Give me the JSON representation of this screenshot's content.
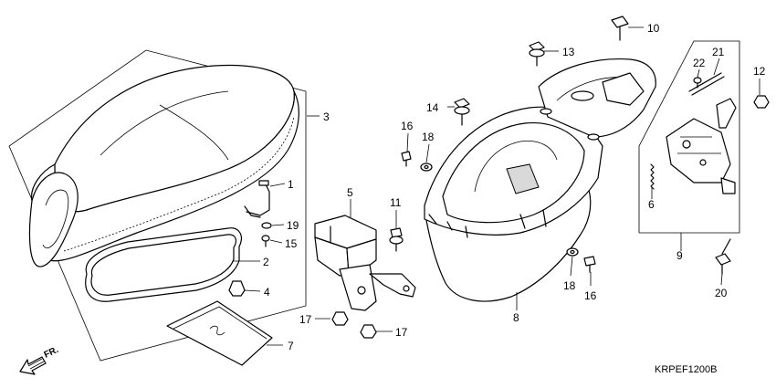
{
  "diagram_code": "KRPEF1200B",
  "direction_label": "FR.",
  "callouts": [
    "1",
    "2",
    "3",
    "4",
    "5",
    "6",
    "7",
    "8",
    "9",
    "10",
    "11",
    "12",
    "13",
    "14",
    "15",
    "16",
    "16",
    "17",
    "17",
    "18",
    "18",
    "19",
    "20",
    "21",
    "22"
  ]
}
